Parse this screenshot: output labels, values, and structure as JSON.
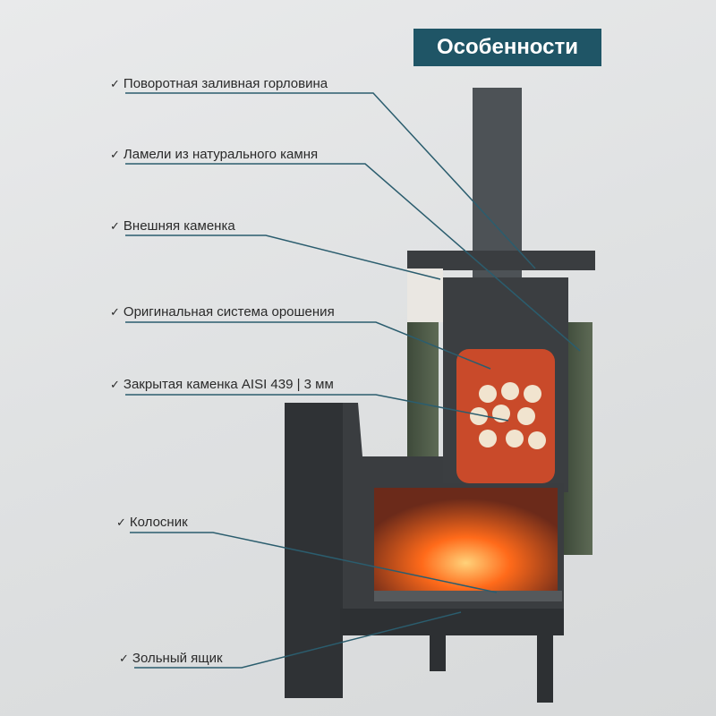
{
  "title": "Особенности",
  "features": [
    {
      "label": "Поворотная заливная горловина"
    },
    {
      "label": "Ламели из натурального камня"
    },
    {
      "label": "Внешняя каменка"
    },
    {
      "label": "Оригинальная система орошения"
    },
    {
      "label": "Закрытая каменка AISI 439 | 3 мм"
    },
    {
      "label": "Колосник"
    },
    {
      "label": "Зольный ящик"
    }
  ],
  "check_icon": "✓",
  "colors": {
    "accent": "#1f5566",
    "leader": "#2b5d6e"
  }
}
